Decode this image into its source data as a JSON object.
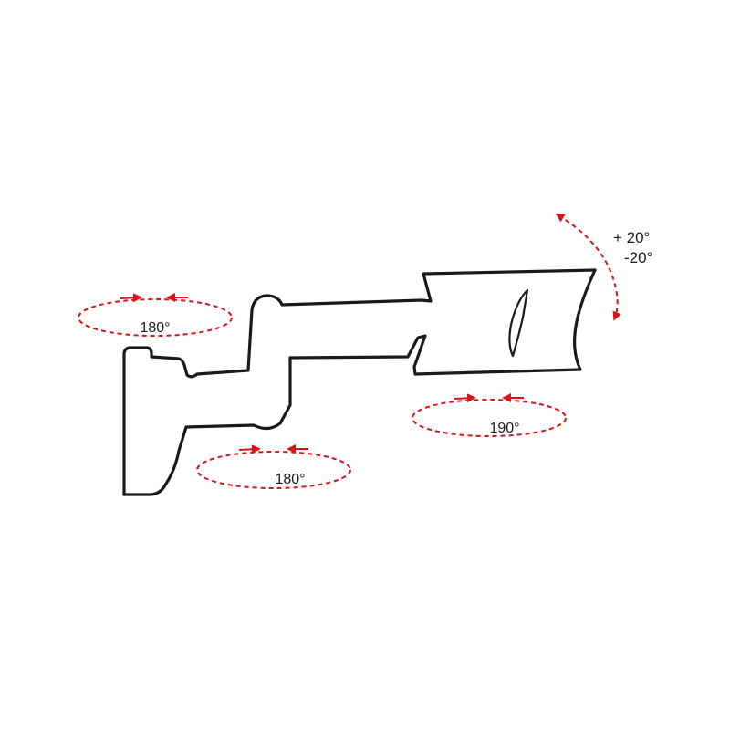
{
  "colors": {
    "outline": "#1a1a1a",
    "arrow": "#d7141a",
    "background": "#ffffff"
  },
  "labels": {
    "wall_pivot": "180°",
    "middle_pivot": "180°",
    "head_pivot": "190°",
    "tilt_plus": "+ 20°",
    "tilt_minus": "-20°"
  }
}
